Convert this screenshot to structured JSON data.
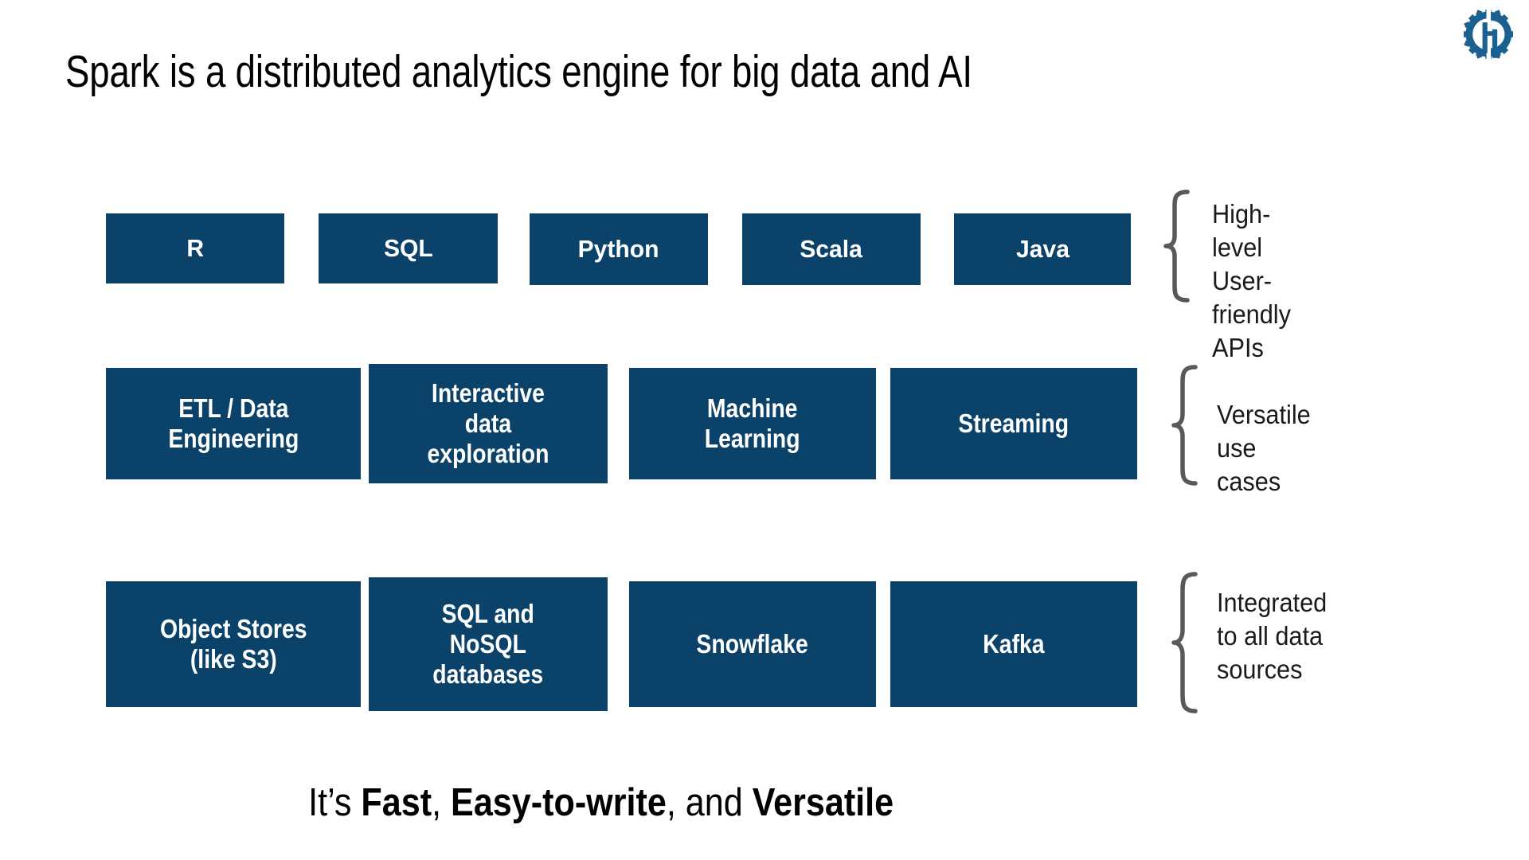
{
  "slide": {
    "title": "Spark is a distributed analytics engine for big data and AI",
    "background_color": "#ffffff",
    "box_color": "#0A4269",
    "box_text_color": "#ffffff",
    "brace_color": "#595959",
    "logo_color": "#1A6192",
    "logo_name": "gear-h-logo"
  },
  "rows": [
    {
      "id": "apis",
      "boxes": [
        {
          "label": "R"
        },
        {
          "label": "SQL"
        },
        {
          "label": "Python"
        },
        {
          "label": "Scala"
        },
        {
          "label": "Java"
        }
      ],
      "annotation": "High-level\nUser-friendly\nAPIs"
    },
    {
      "id": "use-cases",
      "boxes": [
        {
          "label": "ETL / Data\nEngineering"
        },
        {
          "label": "Interactive\ndata\nexploration"
        },
        {
          "label": "Machine\nLearning"
        },
        {
          "label": "Streaming"
        }
      ],
      "annotation": "Versatile\nuse cases"
    },
    {
      "id": "data-sources",
      "boxes": [
        {
          "label": "Object Stores\n(like S3)"
        },
        {
          "label": "SQL and\nNoSQL\ndatabases"
        },
        {
          "label": "Snowflake"
        },
        {
          "label": "Kafka"
        }
      ],
      "annotation": "Integrated\nto all data\nsources"
    }
  ],
  "caption": {
    "part1": "It’s ",
    "part2": "Fast",
    "part3": ", ",
    "part4": "Easy-to-write",
    "part5": ", and ",
    "part6": "Versatile"
  }
}
